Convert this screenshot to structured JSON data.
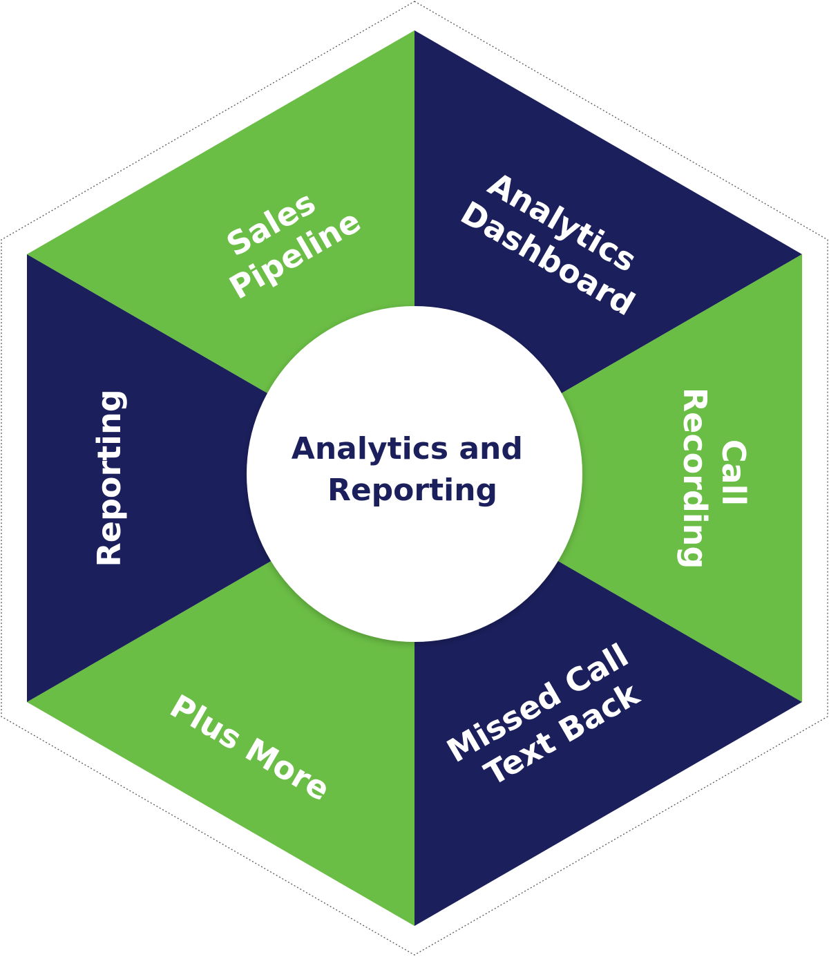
{
  "diagram": {
    "center": {
      "lines": [
        "Analytics and",
        "Reporting"
      ]
    },
    "segments": [
      {
        "id": "top-right",
        "lines": [
          "Analytics",
          "Dashboard"
        ],
        "fill": "#1b1f5c"
      },
      {
        "id": "right",
        "lines": [
          "Call",
          "Recording"
        ],
        "fill": "#6abd45"
      },
      {
        "id": "bottom-right",
        "lines": [
          "Missed Call",
          "Text Back"
        ],
        "fill": "#1b1f5c"
      },
      {
        "id": "bottom-left",
        "lines": [
          "Plus More"
        ],
        "fill": "#6abd45"
      },
      {
        "id": "left",
        "lines": [
          "Reporting"
        ],
        "fill": "#1b1f5c"
      },
      {
        "id": "top-left",
        "lines": [
          "Sales",
          "Pipeline"
        ],
        "fill": "#6abd45"
      }
    ]
  },
  "colors": {
    "navy": "#1b1f5c",
    "green": "#6abd45",
    "label_text": "#ffffff",
    "center_text": "#1b1f5c",
    "center_fill": "#ffffff",
    "outline": "#555555"
  }
}
